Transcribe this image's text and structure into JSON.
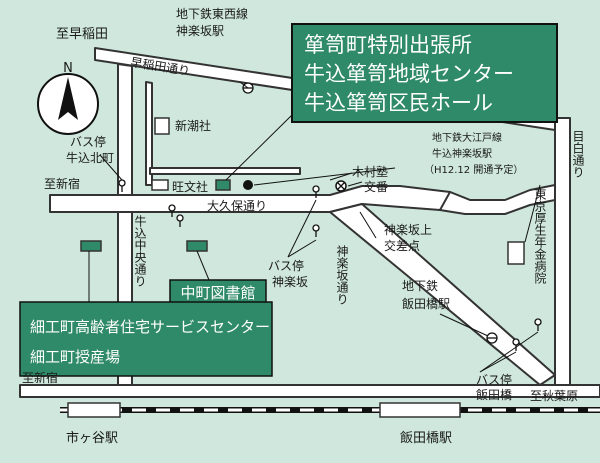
{
  "colors": {
    "background": "#cfe7dc",
    "accent_green": "#2f8a6a",
    "road_fill": "#ffffff",
    "outline": "#333333"
  },
  "title_box": {
    "line1": "箪笥町特別出張所",
    "line2": "牛込箪笥地域センター",
    "line3": "牛込箪笥区民ホール"
  },
  "library_box": {
    "label": "中町図書館"
  },
  "senior_box": {
    "line1": "細工町高齢者住宅サービスセンター",
    "line2": "細工町授産場"
  },
  "compass": {
    "north": "N"
  },
  "labels": {
    "to_waseda": "至早稲田",
    "tozai_line": "地下鉄東西線",
    "kagurazaka_station": "神楽坂駅",
    "waseda_dori": "早稲田通り",
    "shinchosha": "新潮社",
    "bus_ushigome_kitamachi_1": "バス停",
    "bus_ushigome_kitamachi_2": "牛込北町",
    "to_shinjuku_upper": "至新宿",
    "obunsha": "旺文社",
    "okubo_dori": "大久保通り",
    "kimura_juku": "木村塾",
    "koban": "交番",
    "oedo_line": "地下鉄大江戸線",
    "ushigome_kagurazaka_station": "牛込神楽坂駅",
    "oedo_opening": "（H12.12 開通予定）",
    "ushigome_chuo_dori": "牛込中央通り",
    "bus_kagurazaka_1": "バス停",
    "bus_kagurazaka_2": "神楽坂",
    "kagurazaka_dori": "神楽坂通り",
    "kagurazaka_ue_1": "神楽坂上",
    "kagurazaka_ue_2": "交差点",
    "mejiro_dori": "目白通り",
    "tokyo_kosei": "東京厚生年金病院",
    "subway_iidabashi_1": "地下鉄",
    "subway_iidabashi_2": "飯田橋駅",
    "bus_iidabashi_1": "バス停",
    "bus_iidabashi_2": "飯田橋",
    "to_shinjuku_lower": "至新宿",
    "to_akihabara": "至秋葉原",
    "ichigaya_station": "市ヶ谷駅",
    "iidabashi_station": "飯田橋駅"
  }
}
